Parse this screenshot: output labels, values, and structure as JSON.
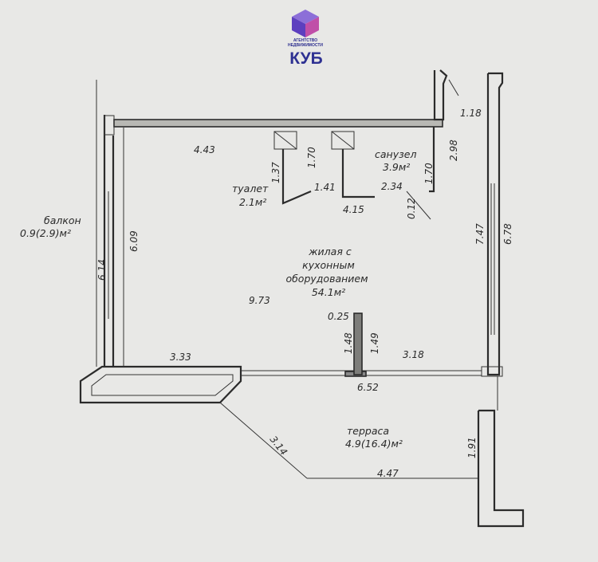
{
  "logo": {
    "line1": "АГЕНТСТВО",
    "line2": "НЕДВИЖИМОСТИ",
    "name": "КУБ",
    "colors": {
      "top": "#8c6fd8",
      "left": "#5d3fbf",
      "right": "#c04fa8",
      "text": "#2e3192"
    }
  },
  "rooms": {
    "balcony": {
      "name": "балкон",
      "area": "0.9(2.9)м²"
    },
    "toilet": {
      "name": "туалет",
      "area": "2.1м²"
    },
    "bathroom": {
      "name": "санузел",
      "area": "3.9м²"
    },
    "living": {
      "line1": "жилая с",
      "line2": "кухонным",
      "line3": "оборудованием",
      "area": "54.1м²"
    },
    "terrace": {
      "name": "терраса",
      "area": "4.9(16.4)м²"
    }
  },
  "dimensions": {
    "d443": "4.43",
    "d118": "1.18",
    "d298": "2.98",
    "d137": "1.37",
    "d170a": "1.70",
    "d170b": "1.70",
    "d141": "1.41",
    "d234": "2.34",
    "d415": "4.15",
    "d012": "0.12",
    "d747": "7.47",
    "d678": "6.78",
    "d609": "6.09",
    "d614": "6.14",
    "d973": "9.73",
    "d025": "0.25",
    "d148": "1.48",
    "d149": "1.49",
    "d333": "3.33",
    "d318": "3.18",
    "d652": "6.52",
    "d314": "3.14",
    "d447": "4.47",
    "d191": "1.91"
  }
}
